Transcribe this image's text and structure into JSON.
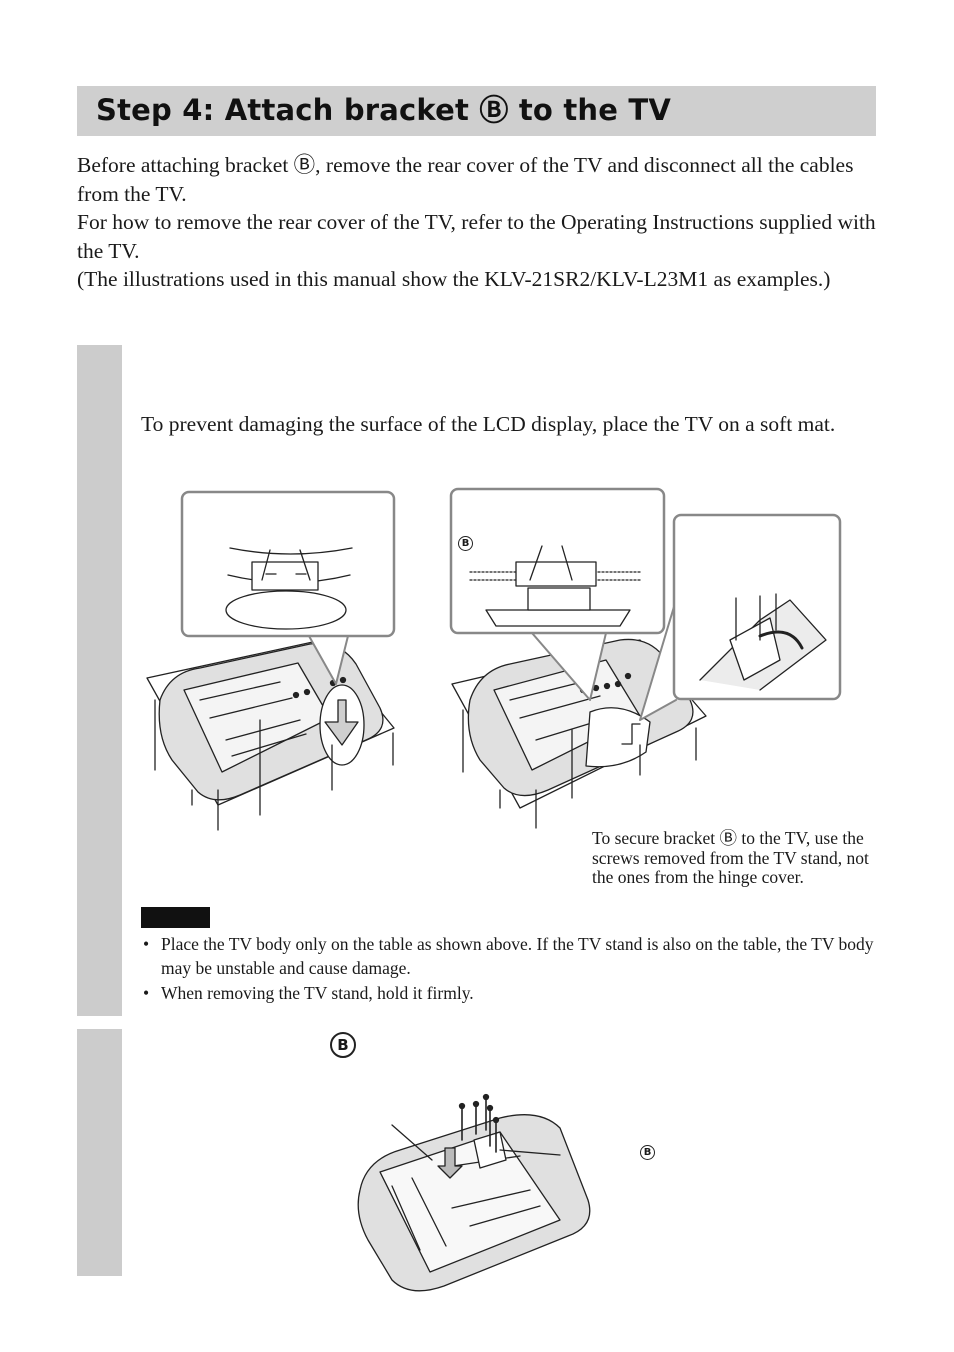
{
  "header": {
    "title": "Step 4:  Attach bracket Ⓑ to the TV"
  },
  "intro": {
    "p1": "Before attaching bracket Ⓑ, remove the rear cover of the TV and disconnect all the cables from the TV.",
    "p2": "For how to remove the rear cover of the TV, refer to the Operating Instructions supplied with the TV.",
    "p3": "(The illustrations used in this manual show the KLV-21SR2/KLV-L23M1 as examples.)"
  },
  "step1": {
    "mat_note": "To prevent damaging the surface of the LCD display, place the TV on a soft mat.",
    "figure_marker": "B",
    "caption": "To secure bracket Ⓑ to the TV, use the screws removed from the TV stand, not the ones from the hinge cover.",
    "notes": [
      "Place the TV body only on the table as shown above. If the TV stand is also on the table, the TV body may be unstable and cause damage.",
      "When removing the TV stand, hold it firmly."
    ]
  },
  "step2": {
    "heading_marker": "B",
    "figure_marker": "B"
  }
}
